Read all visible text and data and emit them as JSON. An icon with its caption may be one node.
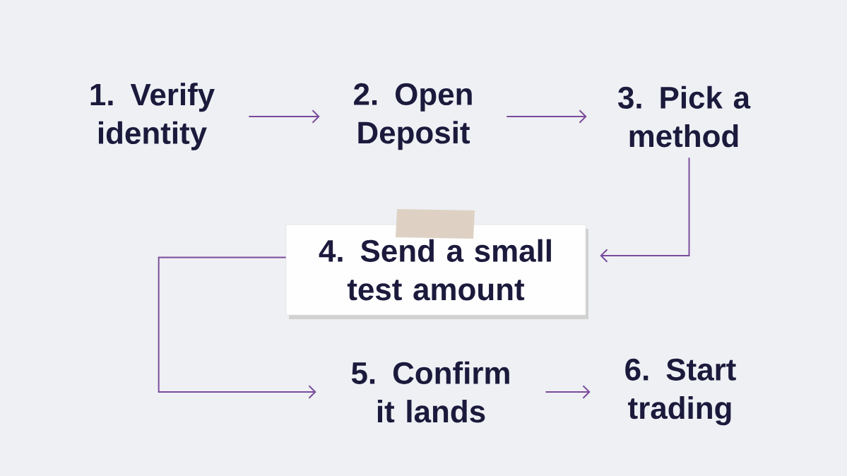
{
  "diagram": {
    "nodes": [
      {
        "text": [
          "1. Verify identity"
        ]
      },
      {
        "text": [
          "2. Open Deposit"
        ]
      },
      {
        "text": [
          "3. Pick a method"
        ]
      },
      {
        "text": [
          "4. Send a small test amount"
        ]
      },
      {
        "text": [
          "5. Confirm it lands"
        ]
      },
      {
        "text": [
          "6. Start trading"
        ]
      }
    ],
    "edges": [
      {
        "from": 0,
        "to": 1,
        "arrow": "to"
      },
      {
        "from": 1,
        "to": 2,
        "arrow": "to"
      },
      {
        "from": 2,
        "to": 3,
        "arrow": "to"
      },
      {
        "from": 3,
        "to": 4,
        "arrow": "to"
      },
      {
        "from": 4,
        "to": 5,
        "arrow": "to"
      }
    ]
  }
}
